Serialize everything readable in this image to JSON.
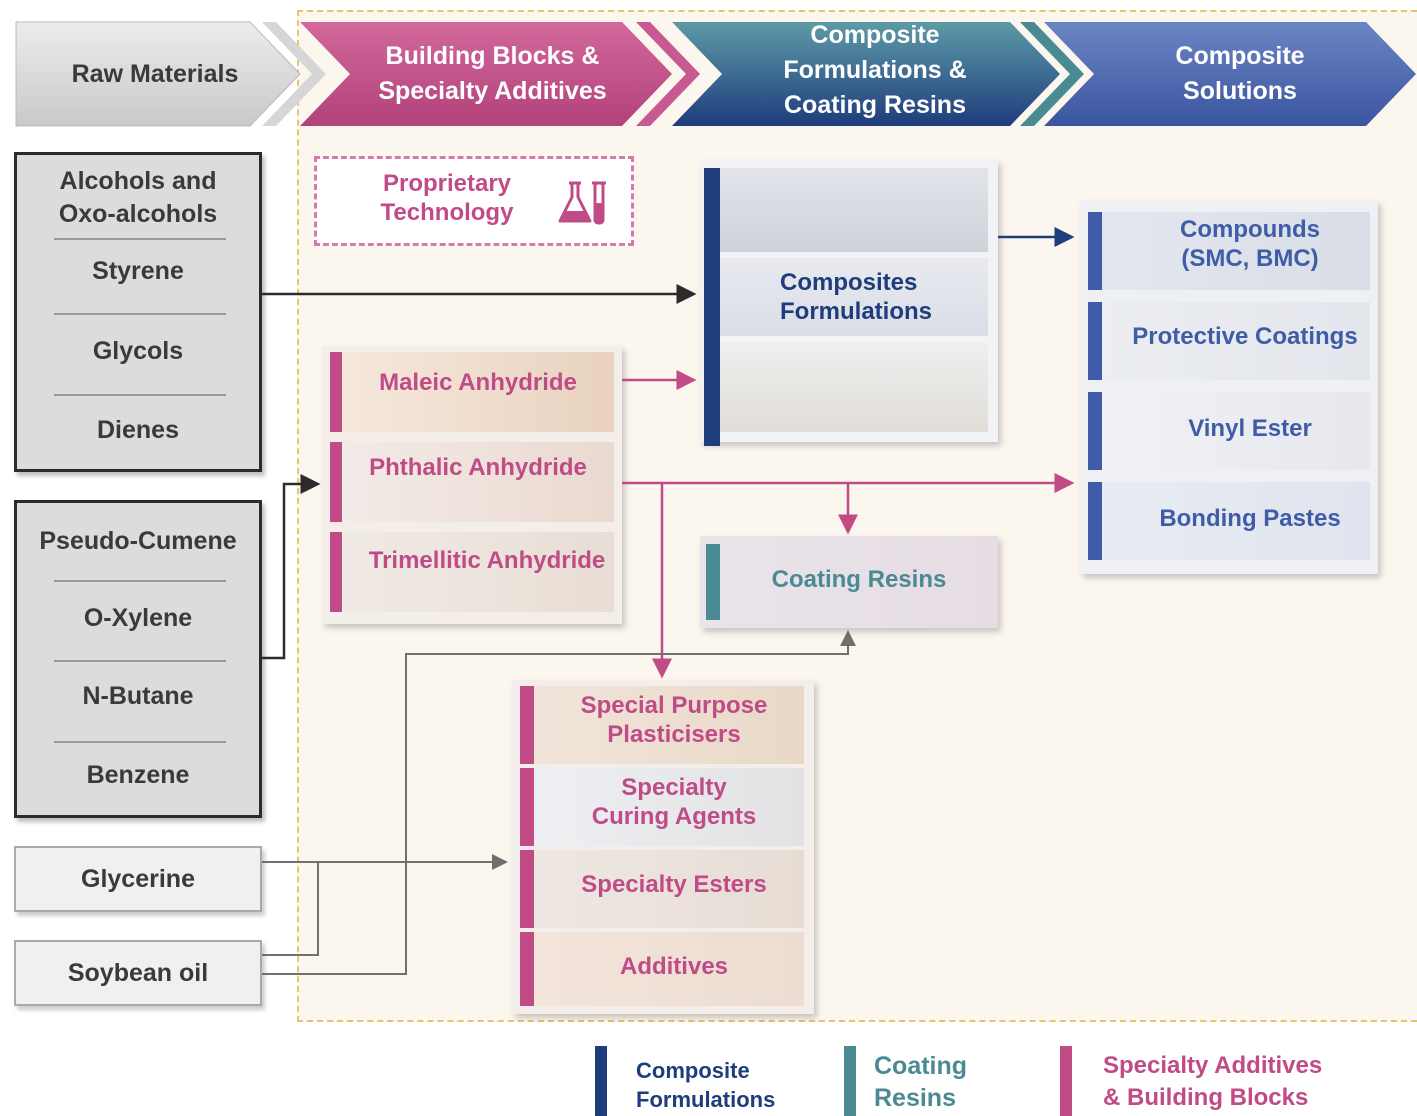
{
  "colors": {
    "pink": "#c04b86",
    "navy": "#1f3c7d",
    "teal": "#4a8a93",
    "blue": "#3f5ca8",
    "dark": "#2b2b2b",
    "grey_line": "#707070",
    "zone_border": "#e8c46a"
  },
  "stages": [
    {
      "label": "Raw Materials"
    },
    {
      "label": "Building Blocks &\nSpecialty Additives"
    },
    {
      "label": "Composite\nFormulations &\nCoating Resins"
    },
    {
      "label": "Composite\nSolutions"
    }
  ],
  "raw_materials": {
    "group1": [
      "Alcohols and\nOxo-alcohols",
      "Styrene",
      "Glycols",
      "Dienes"
    ],
    "group2": [
      "Pseudo-Cumene",
      "O-Xylene",
      "N-Butane",
      "Benzene"
    ],
    "glycerine": "Glycerine",
    "soybean": "Soybean oil"
  },
  "proprietary": {
    "label": "Proprietary\nTechnology",
    "icon": "lab-flask-icon"
  },
  "anhydrides": [
    "Maleic Anhydride",
    "Phthalic Anhydride",
    "Trimellitic Anhydride"
  ],
  "composites_formulations": {
    "label": "Composites\nFormulations"
  },
  "coating_resins": {
    "label": "Coating Resins"
  },
  "specialty": [
    "Special Purpose\nPlasticisers",
    "Specialty\nCuring Agents",
    "Specialty Esters",
    "Additives"
  ],
  "solutions": [
    "Compounds\n(SMC, BMC)",
    "Protective Coatings",
    "Vinyl Ester",
    "Bonding Pastes"
  ],
  "legend": [
    {
      "label": "Composite\nFormulations",
      "color": "navy"
    },
    {
      "label": "Coating\nResins",
      "color": "teal"
    },
    {
      "label": "Specialty Additives\n& Building Blocks",
      "color": "pink"
    }
  ]
}
